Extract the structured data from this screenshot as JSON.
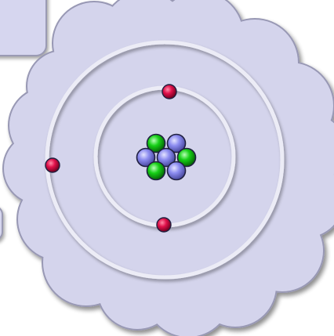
{
  "diagram": {
    "subject": "atom",
    "shell_count": 2,
    "electron_count": 3,
    "electrons_per_shell": [
      2,
      1
    ],
    "nucleus": {
      "proton_count": 3,
      "neutron_count": 4
    }
  },
  "colors": {
    "cloud_fill": "#d4d4ec",
    "cloud_outline": "#9898b4",
    "orbit_ring": "#ececf6",
    "electron": "#e0104a",
    "proton": "#16d016",
    "neutron": "#8c8cf0",
    "particle_outline": "#202040",
    "panel_fill": "#d6d6ef"
  }
}
